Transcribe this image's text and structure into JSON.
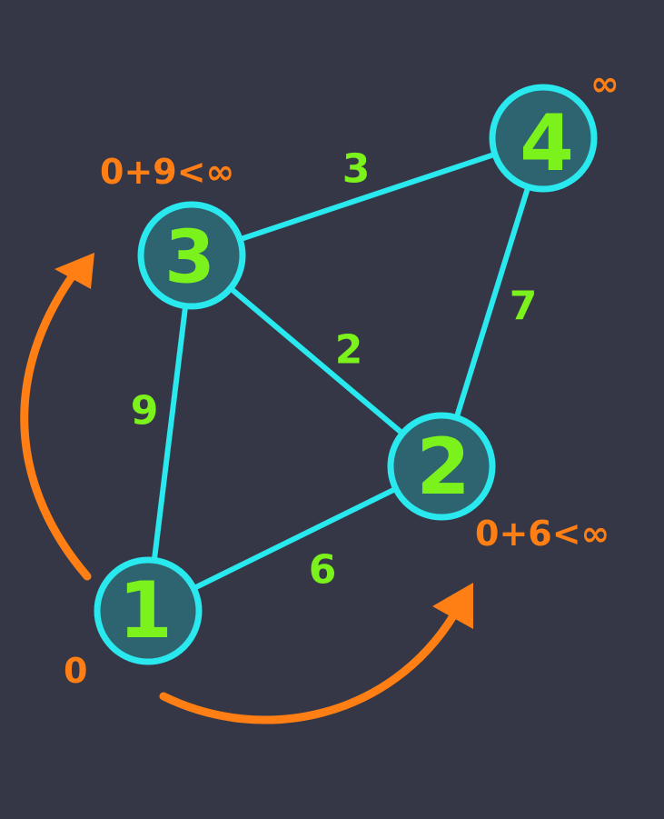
{
  "colors": {
    "background": "#353646",
    "edge": "#29e8ee",
    "node_fill": "#2d6470",
    "node_label": "#7cf21c",
    "weight_label": "#7cf21c",
    "distance_label": "#ff7f14",
    "arrow": "#ff7f14"
  },
  "nodes": [
    {
      "id": "1",
      "label": "1"
    },
    {
      "id": "2",
      "label": "2"
    },
    {
      "id": "3",
      "label": "3"
    },
    {
      "id": "4",
      "label": "4"
    }
  ],
  "edges": [
    {
      "from": "1",
      "to": "3",
      "weight": "9"
    },
    {
      "from": "1",
      "to": "2",
      "weight": "6"
    },
    {
      "from": "3",
      "to": "2",
      "weight": "2"
    },
    {
      "from": "3",
      "to": "4",
      "weight": "3"
    },
    {
      "from": "2",
      "to": "4",
      "weight": "7"
    }
  ],
  "distance_labels": {
    "node1": "0",
    "node3": "0+9<∞",
    "node2": "0+6<∞",
    "node4": "∞"
  },
  "arrows": [
    {
      "from": "1",
      "to": "3"
    },
    {
      "from": "1",
      "to": "2"
    }
  ]
}
